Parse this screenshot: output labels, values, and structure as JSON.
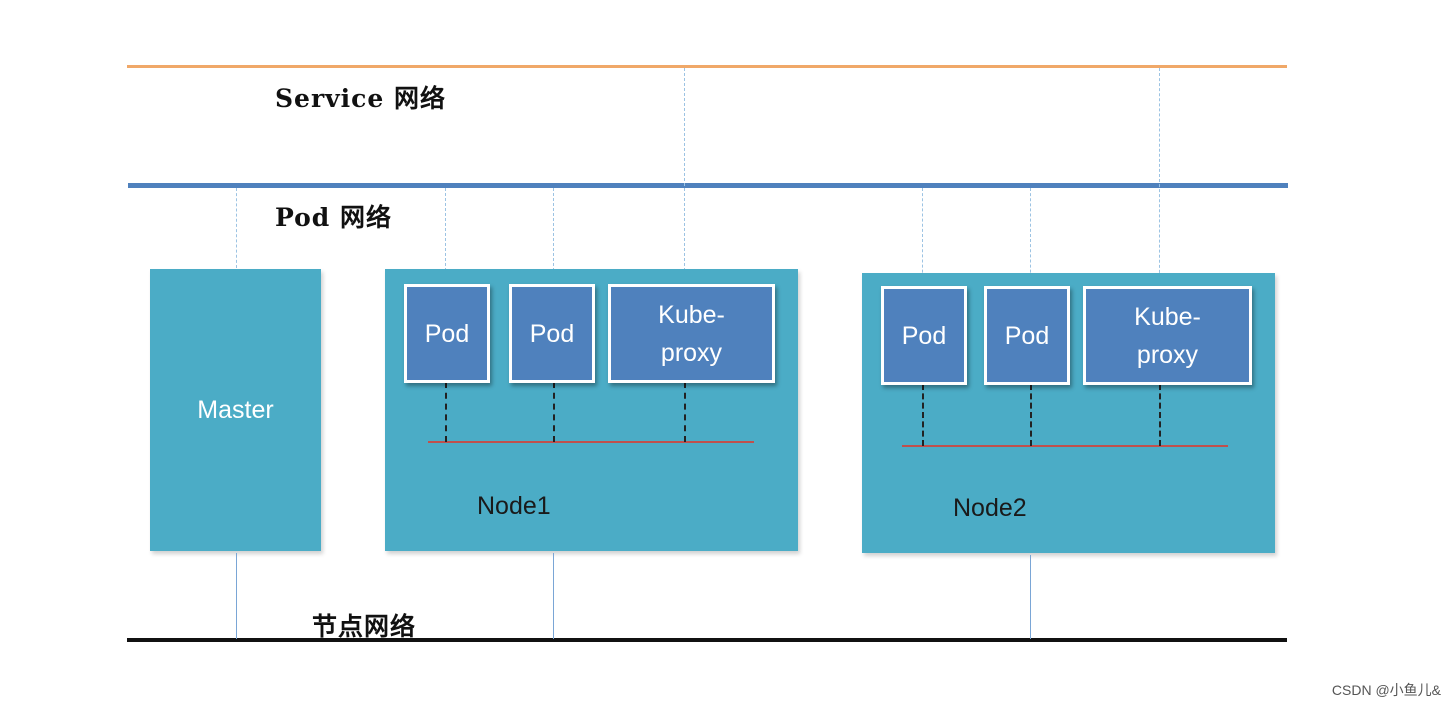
{
  "networks": {
    "service": "Service 网络",
    "pod": "Pod 网络",
    "node": "节点网络"
  },
  "master": {
    "label": "Master"
  },
  "node1": {
    "label": "Node1",
    "pods": [
      "Pod",
      "Pod"
    ],
    "proxy": "Kube-\nproxy"
  },
  "node2": {
    "label": "Node2",
    "pods": [
      "Pod",
      "Pod"
    ],
    "proxy": "Kube-\nproxy"
  },
  "watermark": "CSDN @小鱼儿&",
  "colors": {
    "service_line": "#f0a868",
    "pod_line": "#4f81bd",
    "node_line": "#111111",
    "box": "#4bacc6",
    "pod": "#4f81bd",
    "internal_line": "#c0504d"
  }
}
